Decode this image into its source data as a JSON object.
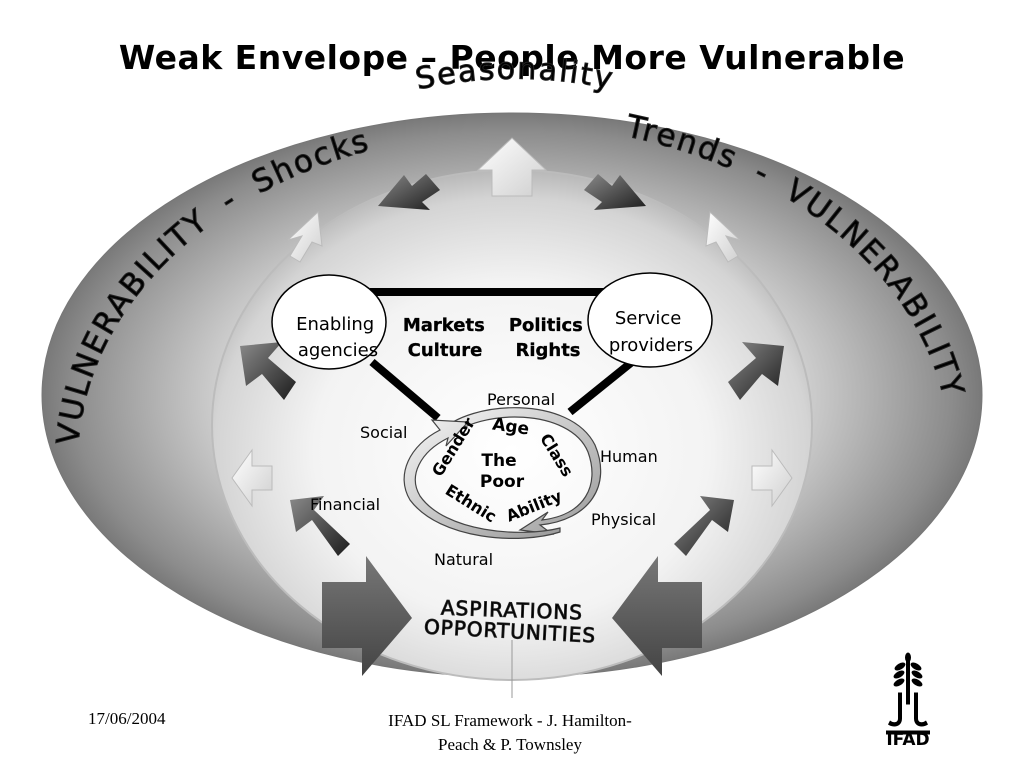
{
  "title": "Weak Envelope – People More Vulnerable",
  "arc_text": {
    "left_vulnerability": "VULNERABILITY",
    "dash1": "-",
    "shocks": "Shocks",
    "seasonality": "Seasonality",
    "trends": "Trends",
    "dash2": "-",
    "right_vulnerability": "VULNERABILITY"
  },
  "nodes": {
    "enabling": [
      "Enabling",
      "agencies"
    ],
    "service": [
      "Service",
      "providers"
    ],
    "markets": [
      "Markets",
      "Culture"
    ],
    "politics": [
      "Politics",
      "Rights"
    ]
  },
  "assets": {
    "personal": "Personal",
    "social": "Social",
    "human": "Human",
    "financial": "Financial",
    "physical": "Physical",
    "natural": "Natural"
  },
  "core": {
    "center": [
      "The",
      "Poor"
    ],
    "gender": "Gender",
    "age": "Age",
    "class": "Class",
    "ethnic": "Ethnic",
    "ability": "Ability"
  },
  "bottom_text": [
    "ASPIRATIONS",
    "OPPORTUNITIES"
  ],
  "footer": {
    "date": "17/06/2004",
    "credit_line1": "IFAD SL Framework - J. Hamilton-",
    "credit_line2": "Peach &  P. Townsley"
  },
  "logo": {
    "word": "IFAD"
  }
}
